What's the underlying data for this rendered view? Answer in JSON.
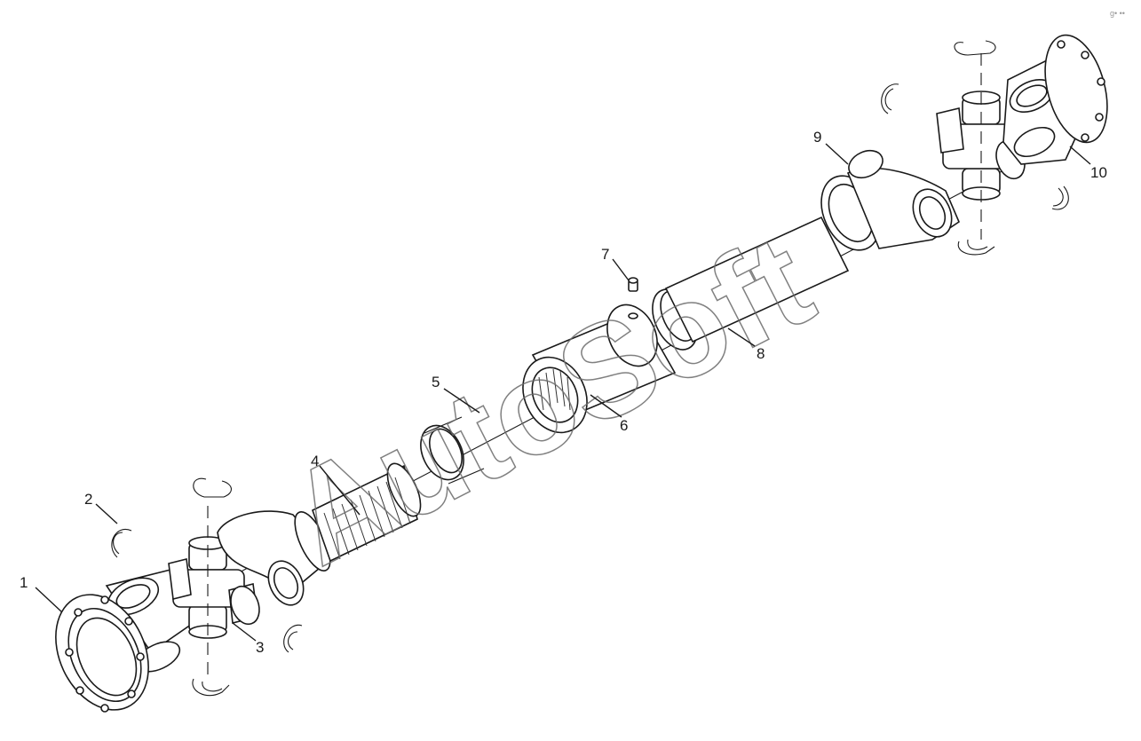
{
  "callouts": [
    {
      "id": "1",
      "label": "1"
    },
    {
      "id": "2",
      "label": "2"
    },
    {
      "id": "3",
      "label": "3"
    },
    {
      "id": "4",
      "label": "4"
    },
    {
      "id": "5",
      "label": "5"
    },
    {
      "id": "6",
      "label": "6"
    },
    {
      "id": "7",
      "label": "7"
    },
    {
      "id": "8",
      "label": "8"
    },
    {
      "id": "9",
      "label": "9"
    },
    {
      "id": "10",
      "label": "10"
    }
  ],
  "watermark": {
    "text": "AutoSoft"
  },
  "corner_mark": {
    "text": "g• ••"
  },
  "colors": {
    "line": "#1a1a1a",
    "watermark": "#6b6b6b",
    "background": "#ffffff"
  }
}
